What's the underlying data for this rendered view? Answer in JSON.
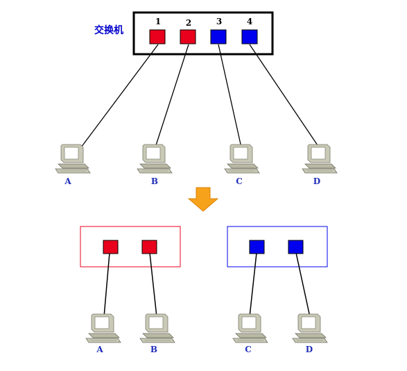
{
  "switch": {
    "label": "交换机",
    "ports": [
      {
        "number": "1",
        "color": "#e8001c"
      },
      {
        "number": "2",
        "color": "#e8001c"
      },
      {
        "number": "3",
        "color": "#0000ee"
      },
      {
        "number": "4",
        "color": "#0000ee"
      }
    ]
  },
  "computers_top": [
    "A",
    "B",
    "C",
    "D"
  ],
  "arrow_color": "#f7a21b",
  "vlans": [
    {
      "color": "#e8001c",
      "computers": [
        "A",
        "B"
      ]
    },
    {
      "color": "#0000ee",
      "computers": [
        "C",
        "D"
      ]
    }
  ],
  "label_color": "#1f2eb8",
  "icons": [
    "switch-icon",
    "computer-icon",
    "down-arrow-icon"
  ]
}
